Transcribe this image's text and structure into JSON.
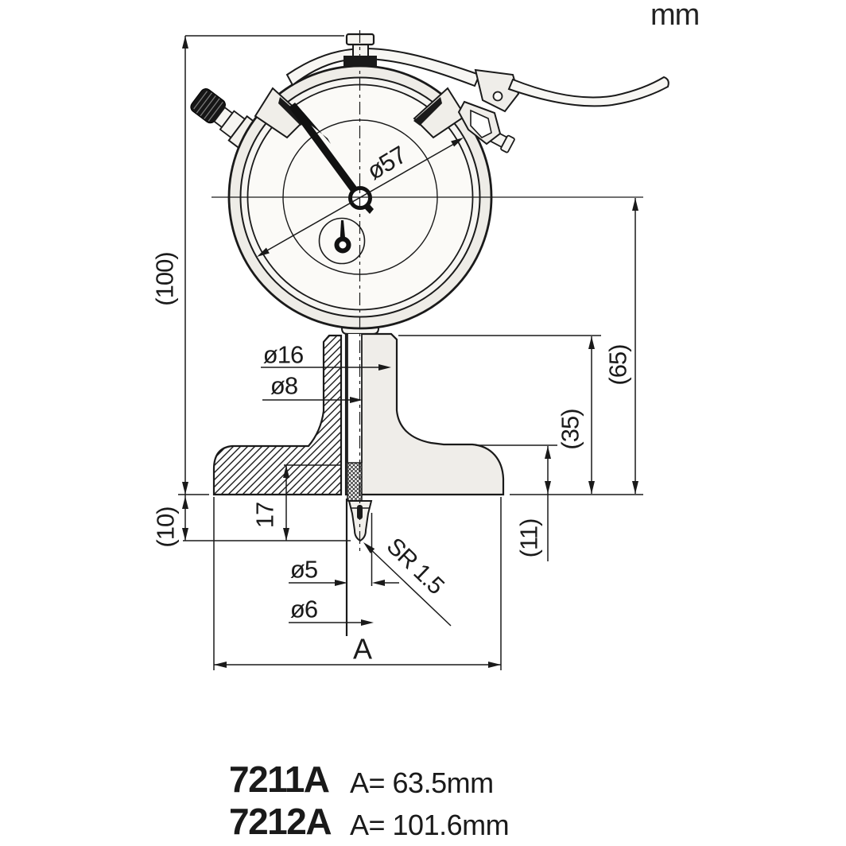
{
  "unit": "mm",
  "colors": {
    "line": "#1a1a1a",
    "fill_light": "#efede9",
    "fill_face": "#fbfaf7"
  },
  "dims": {
    "dial_diameter": "ø57",
    "stem_diameter": "ø16",
    "spindle_diameter": "ø8",
    "overall_height": "(100)",
    "center_to_base": "(65)",
    "stem_to_base": "(35)",
    "probe_depth": "17",
    "base_to_tip": "(10)",
    "boss_height": "(11)",
    "tip_diameter": "ø5",
    "shank_diameter": "ø6",
    "tip_radius": "SR 1.5",
    "base_width": "A"
  },
  "product": {
    "models": [
      {
        "code": "7211A",
        "spec": "A= 63.5mm"
      },
      {
        "code": "7212A",
        "spec": "A= 101.6mm"
      }
    ]
  }
}
